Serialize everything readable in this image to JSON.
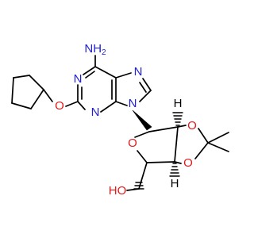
{
  "colors": {
    "bond": "#000000",
    "nitrogen": "#1f1fd4",
    "oxygen": "#e21b1b",
    "hydrogen": "#000000",
    "background": "#ffffff"
  },
  "labels": {
    "nh2_main": "NH",
    "nh2_sub": "2",
    "n1": "N",
    "n3": "N",
    "n7": "N",
    "n9": "N",
    "o_ether": "O",
    "o_ring": "O",
    "o_dioxole_top": "O",
    "o_dioxole_bottom": "O",
    "oh": "HO",
    "h_top": "H",
    "h_bottom": "H"
  }
}
